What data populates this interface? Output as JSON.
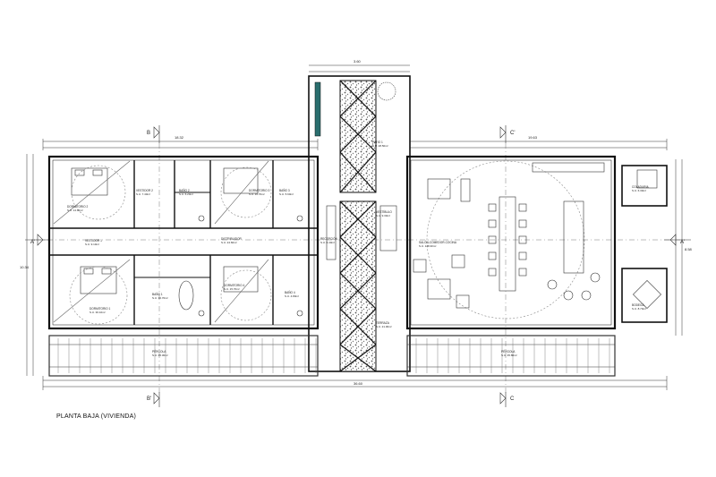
{
  "drawing": {
    "title": "PLANTA BAJA  (VIVIENDA)",
    "section_markers": {
      "b_top": "B",
      "b_bottom": "B'",
      "c_top": "C'",
      "c_bottom": "C",
      "a_left": "A'",
      "a_right": "A'"
    },
    "room_labels": [
      {
        "id": "dormitorio-2",
        "name": "DORMITORIO 2",
        "area": "S.U. 14.00m²"
      },
      {
        "id": "vestidor-2",
        "name": "VESTIDOR 2",
        "area": "S.U. 7.40m²"
      },
      {
        "id": "bano-2",
        "name": "BAÑO 2",
        "area": "S.U. 6.20m²"
      },
      {
        "id": "dormitorio-3",
        "name": "DORMITORIO 3",
        "area": "S.U. 16.70m²"
      },
      {
        "id": "bano-3",
        "name": "BAÑO 3",
        "area": "S.U. 5.60m²"
      },
      {
        "id": "vestidor-1",
        "name": "VESTIDOR 1",
        "area": "S.U. 9.10m²"
      },
      {
        "id": "distribuidor",
        "name": "DISTRIBUIDOR",
        "area": "S.U. 24.60m²"
      },
      {
        "id": "recepcion",
        "name": "RECEPCIÓN",
        "area": "S.U. 6.40m²"
      },
      {
        "id": "vestibulo",
        "name": "VESTÍBULO",
        "area": "S.U. 9.30m²"
      },
      {
        "id": "patio",
        "name": "PATIO 1",
        "area": "S.U. 28.50m²"
      },
      {
        "id": "dormitorio-1",
        "name": "DORMITORIO 1",
        "area": "S.U. 30.10m²"
      },
      {
        "id": "bano-1",
        "name": "BAÑO 1",
        "area": "S.U. 10.70m²"
      },
      {
        "id": "dormitorio-4",
        "name": "DORMITORIO 4",
        "area": "S.U. 15.70m²"
      },
      {
        "id": "bano-4",
        "name": "BAÑO 4",
        "area": "S.U. 4.80m²"
      },
      {
        "id": "terraza",
        "name": "TERRAZA",
        "area": "S.U. 21.00m²"
      },
      {
        "id": "salon",
        "name": "SALÓN-COMEDOR-COCINA",
        "area": "S.U. 128.30m²"
      },
      {
        "id": "coladuria",
        "name": "COLADURIA",
        "area": "S.U. 6.30m²"
      },
      {
        "id": "bodega",
        "name": "BODEGA",
        "area": "S.U. 8.70m²"
      },
      {
        "id": "pergola-1",
        "name": "PÉRGOLA",
        "area": "S.U. 45.30m²"
      },
      {
        "id": "pergola-2",
        "name": "PÉRGOLA",
        "area": "S.U. 35.80m²"
      }
    ],
    "dimensions": {
      "top_bridge": "3.60",
      "top_total": "18.32",
      "top_right": "19.63",
      "bottom_total": "36.60",
      "left_total": "10.34",
      "right_total": "8.58"
    }
  }
}
